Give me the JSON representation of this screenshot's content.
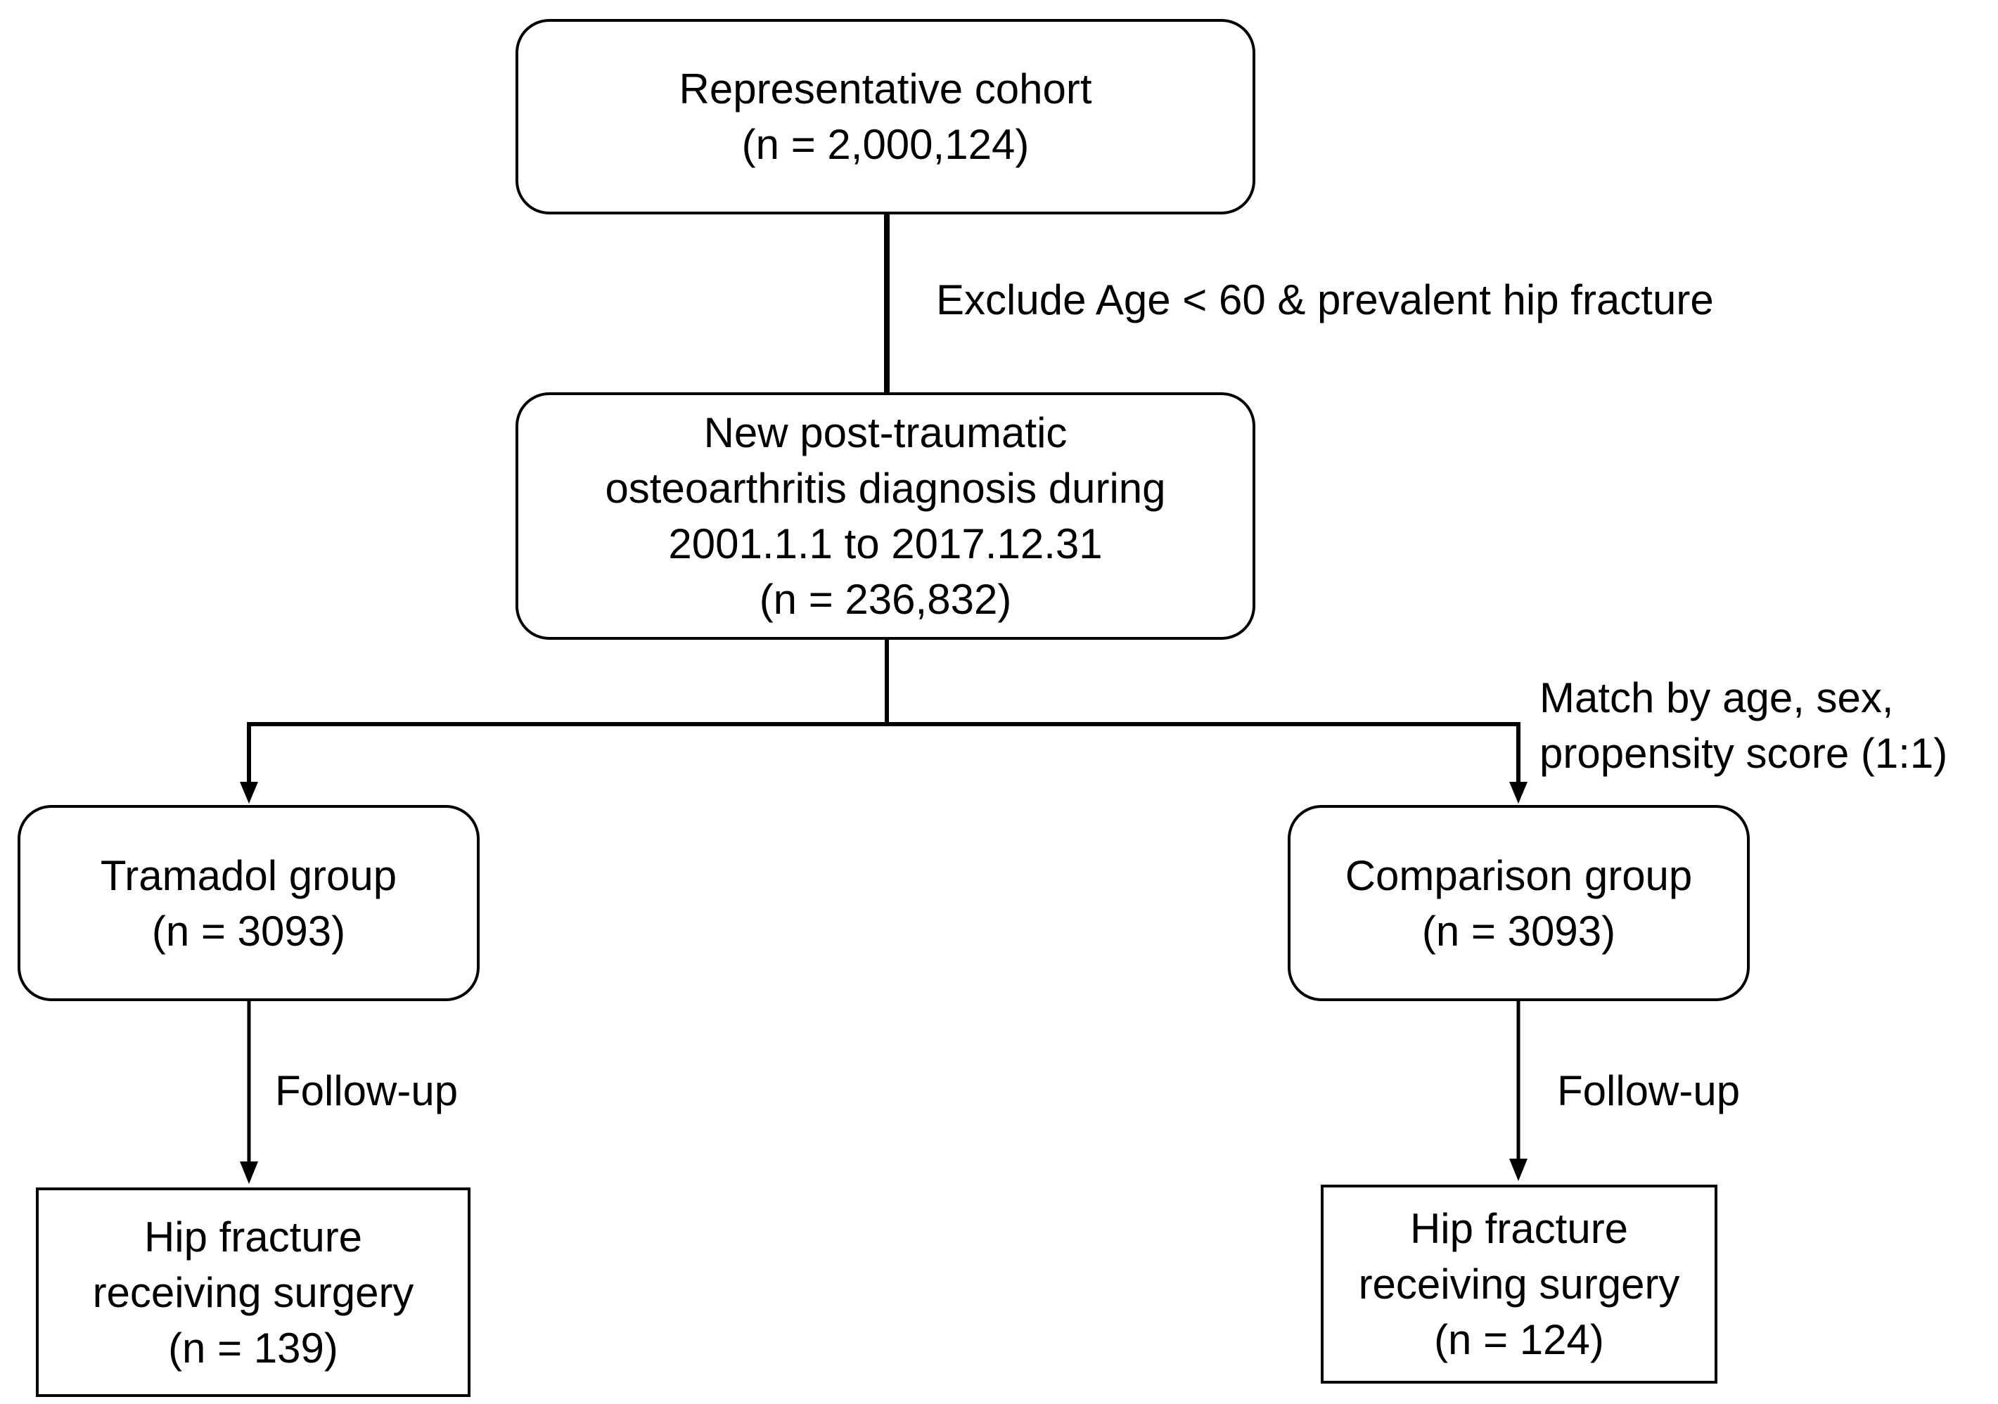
{
  "diagram": {
    "source_box": {
      "line1": "Representative cohort",
      "line2": "(n = 2,000,124)"
    },
    "exclusion_label": "Exclude Age < 60 & prevalent hip fracture",
    "oa_box": {
      "line1": "New post-traumatic",
      "line2": "osteoarthritis diagnosis during",
      "line3": "2001.1.1 to 2017.12.31",
      "line4": "(n = 236,832)"
    },
    "match_label": {
      "line1": "Match by age, sex,",
      "line2": "propensity score (1:1)"
    },
    "tramadol_box": {
      "line1": "Tramadol group",
      "line2": "(n = 3093)"
    },
    "comparison_box": {
      "line1": "Comparison group",
      "line2": "(n = 3093)"
    },
    "followup_left_label": "Follow-up",
    "followup_right_label": "Follow-up",
    "outcome_left_box": {
      "line1": "Hip fracture",
      "line2": "receiving surgery",
      "line3": "(n = 139)"
    },
    "outcome_right_box": {
      "line1": "Hip fracture",
      "line2": "receiving surgery",
      "line3": "(n = 124)"
    }
  }
}
